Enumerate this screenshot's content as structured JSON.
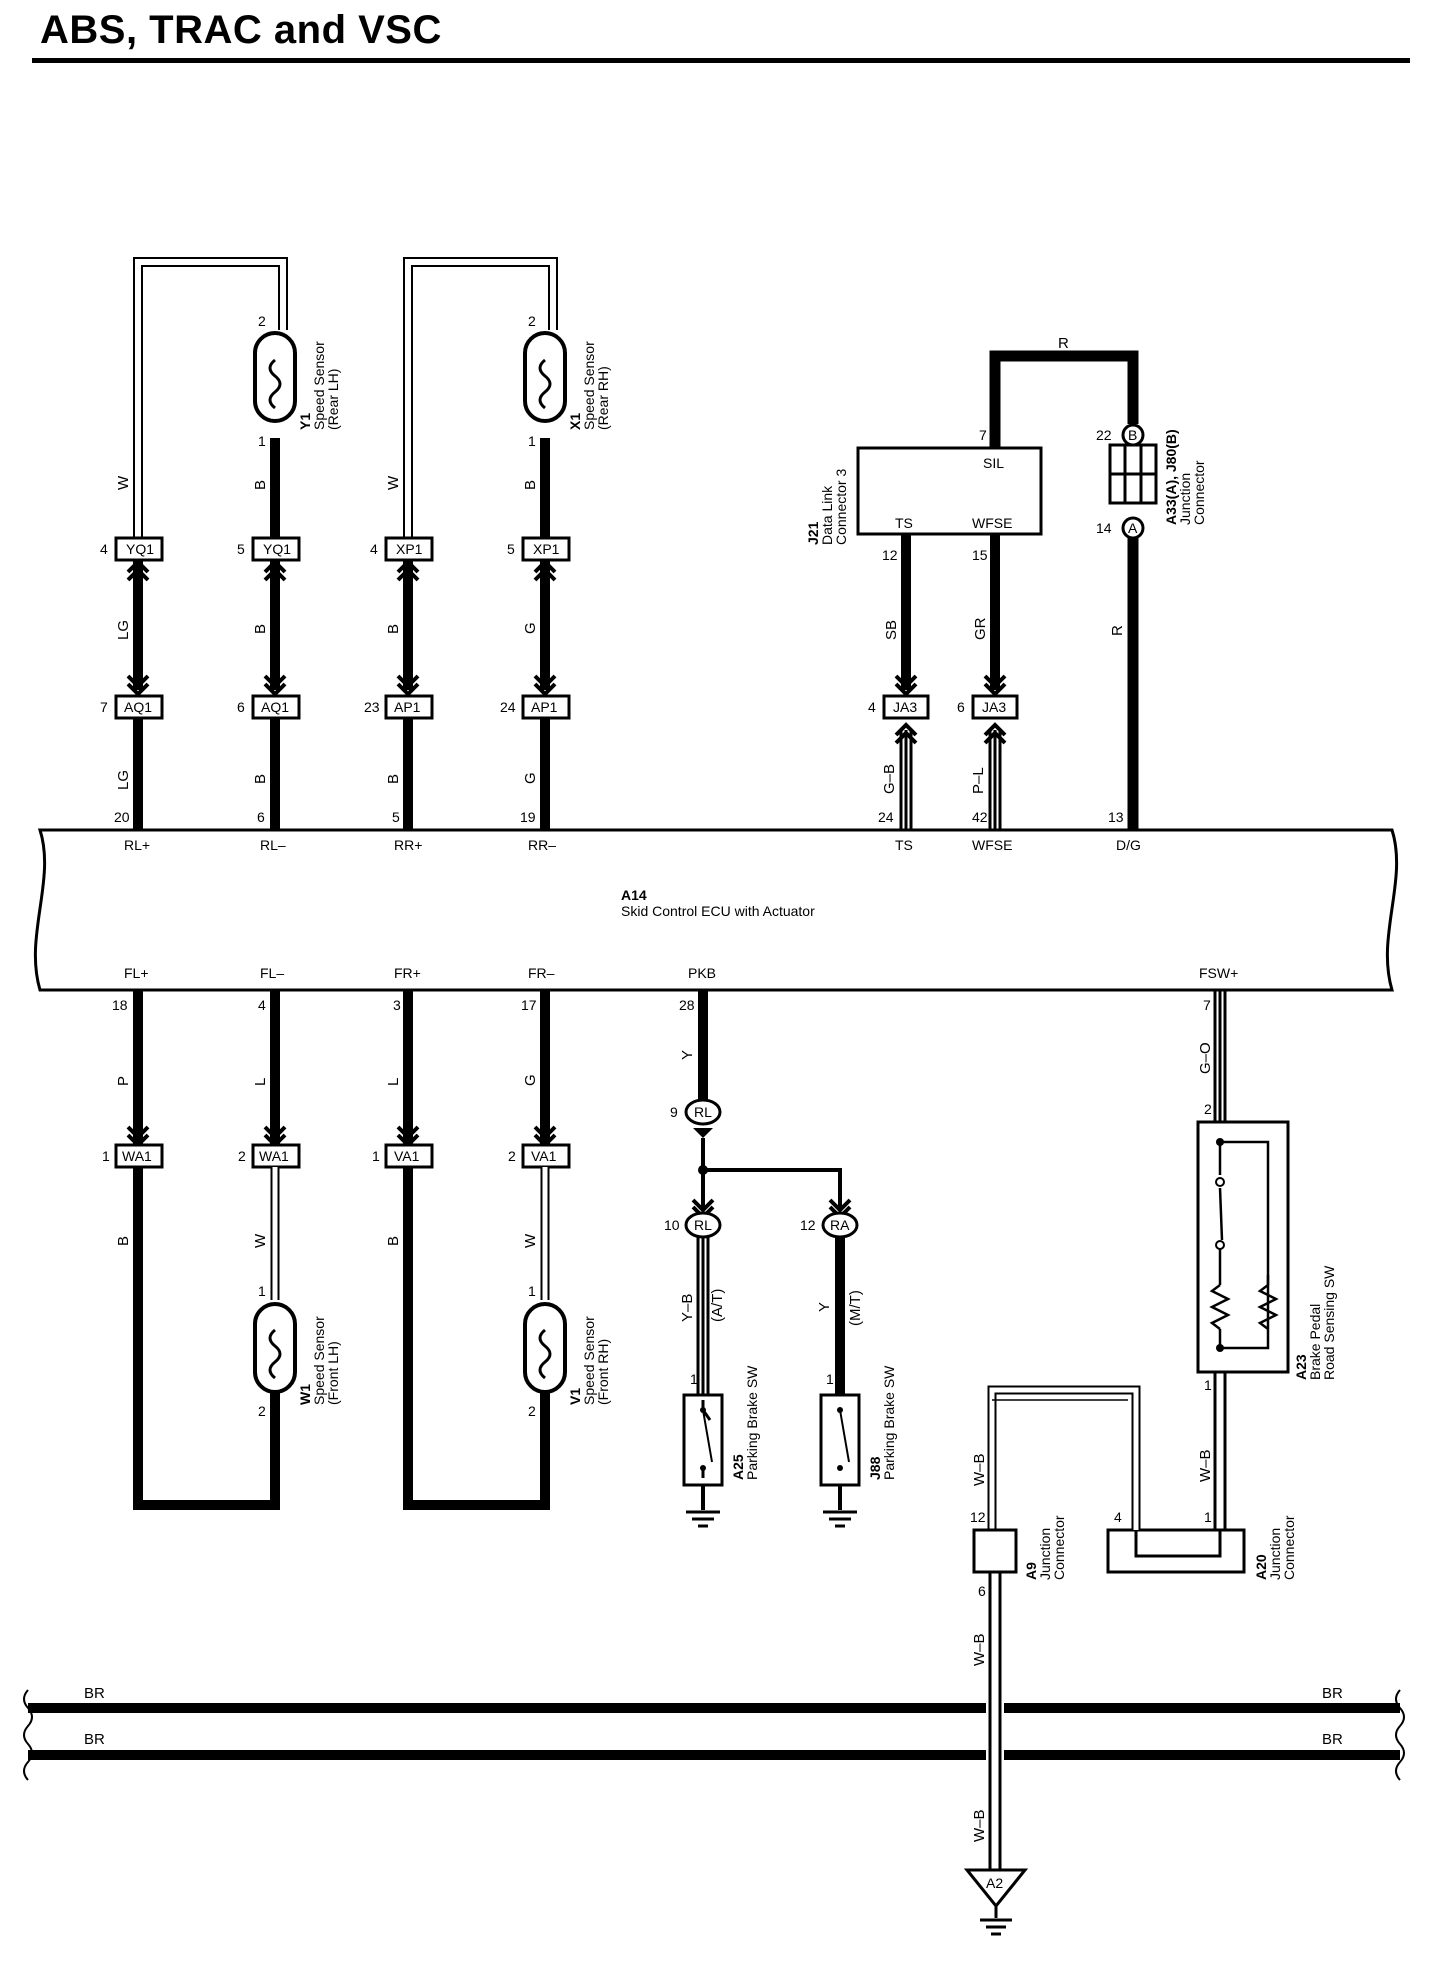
{
  "title": "ABS, TRAC and VSC",
  "ecu": {
    "id": "A14",
    "name": "Skid Control ECU with Actuator",
    "top_terminals": [
      {
        "pin": "20",
        "name": "RL+"
      },
      {
        "pin": "6",
        "name": "RL–"
      },
      {
        "pin": "5",
        "name": "RR+"
      },
      {
        "pin": "19",
        "name": "RR–"
      },
      {
        "pin": "24",
        "name": "TS"
      },
      {
        "pin": "42",
        "name": "WFSE"
      },
      {
        "pin": "13",
        "name": "D/G"
      }
    ],
    "bottom_terminals": [
      {
        "pin": "18",
        "name": "FL+"
      },
      {
        "pin": "4",
        "name": "FL–"
      },
      {
        "pin": "3",
        "name": "FR+"
      },
      {
        "pin": "17",
        "name": "FR–"
      },
      {
        "pin": "28",
        "name": "PKB"
      },
      {
        "pin": "7",
        "name": "FSW+"
      }
    ]
  },
  "rear_sensors": [
    {
      "id": "Y1",
      "name": "Speed Sensor",
      "loc": "(Rear LH)",
      "pin_top": "2",
      "pin_bottom": "1",
      "wire_w": "W",
      "wire_b": "B",
      "conn_upper": [
        {
          "pin": "4",
          "name": "YQ1"
        },
        {
          "pin": "5",
          "name": "YQ1"
        }
      ],
      "conn_lower": [
        {
          "pin": "7",
          "name": "AQ1"
        },
        {
          "pin": "6",
          "name": "AQ1"
        }
      ],
      "mid_wires": [
        "LG",
        "B"
      ],
      "low_wires": [
        "LG",
        "B"
      ]
    },
    {
      "id": "X1",
      "name": "Speed Sensor",
      "loc": "(Rear RH)",
      "pin_top": "2",
      "pin_bottom": "1",
      "wire_w": "W",
      "wire_b": "B",
      "conn_upper": [
        {
          "pin": "4",
          "name": "XP1"
        },
        {
          "pin": "5",
          "name": "XP1"
        }
      ],
      "conn_lower": [
        {
          "pin": "23",
          "name": "AP1"
        },
        {
          "pin": "24",
          "name": "AP1"
        }
      ],
      "mid_wires": [
        "B",
        "G"
      ],
      "low_wires": [
        "B",
        "G"
      ]
    }
  ],
  "front_sensors": [
    {
      "id": "W1",
      "name": "Speed Sensor",
      "loc": "(Front LH)",
      "pin_top": "1",
      "pin_bottom": "2",
      "conn": [
        {
          "pin": "1",
          "name": "WA1"
        },
        {
          "pin": "2",
          "name": "WA1"
        }
      ],
      "up_wires": [
        "P",
        "L"
      ],
      "down_wires": [
        "B",
        "W"
      ]
    },
    {
      "id": "V1",
      "name": "Speed Sensor",
      "loc": "(Front RH)",
      "pin_top": "1",
      "pin_bottom": "2",
      "conn": [
        {
          "pin": "1",
          "name": "VA1"
        },
        {
          "pin": "2",
          "name": "VA1"
        }
      ],
      "up_wires": [
        "L",
        "G"
      ],
      "down_wires": [
        "B",
        "W"
      ]
    }
  ],
  "dlc": {
    "id": "J21",
    "name": "Data Link",
    "name2": "Connector 3",
    "sil": "SIL",
    "sil_pin": "7",
    "ts": "TS",
    "ts_pin": "12",
    "wfse": "WFSE",
    "wfse_pin": "15",
    "wire_ts": "SB",
    "wire_wfse": "GR",
    "ja3": [
      {
        "pin": "4",
        "name": "JA3"
      },
      {
        "pin": "6",
        "name": "JA3"
      }
    ],
    "wire_ts_low": "G–B",
    "wire_wfse_low": "P–L"
  },
  "junction_a33": {
    "id": "A33(A), J80(B)",
    "name": "Junction",
    "name2": "Connector",
    "pin_b": "22",
    "tag_b": "B",
    "pin_a": "14",
    "tag_a": "A",
    "wire_top": "R",
    "wire_down": "R"
  },
  "pkb": {
    "wire_top": "Y",
    "rl_top": {
      "pin": "9",
      "name": "RL"
    },
    "rl": {
      "pin": "10",
      "name": "RL"
    },
    "ra": {
      "pin": "12",
      "name": "RA"
    },
    "left_wire": "Y–B",
    "left_note": "(A/T)",
    "right_wire": "Y",
    "right_note": "(M/T)",
    "sw_a25": {
      "id": "A25",
      "name": "Parking Brake SW",
      "pin": "1"
    },
    "sw_j88": {
      "id": "J88",
      "name": "Parking Brake SW",
      "pin": "1"
    }
  },
  "brake_sw": {
    "id": "A23",
    "name": "Brake Pedal",
    "name2": "Road Sensing SW",
    "pin_top": "2",
    "pin_bottom": "1",
    "wire_top": "G–O",
    "wire_bottom": "W–B"
  },
  "a20": {
    "id": "A20",
    "name": "Junction",
    "name2": "Connector",
    "pin_left": "4",
    "pin_right": "1"
  },
  "a9": {
    "id": "A9",
    "name": "Junction",
    "name2": "Connector",
    "pin_top": "12",
    "pin_bottom": "6",
    "wire_top": "W–B",
    "wire_bottom": "W–B"
  },
  "ground": {
    "id": "A2",
    "wire": "W–B"
  },
  "br_bus": {
    "wire": "BR"
  }
}
